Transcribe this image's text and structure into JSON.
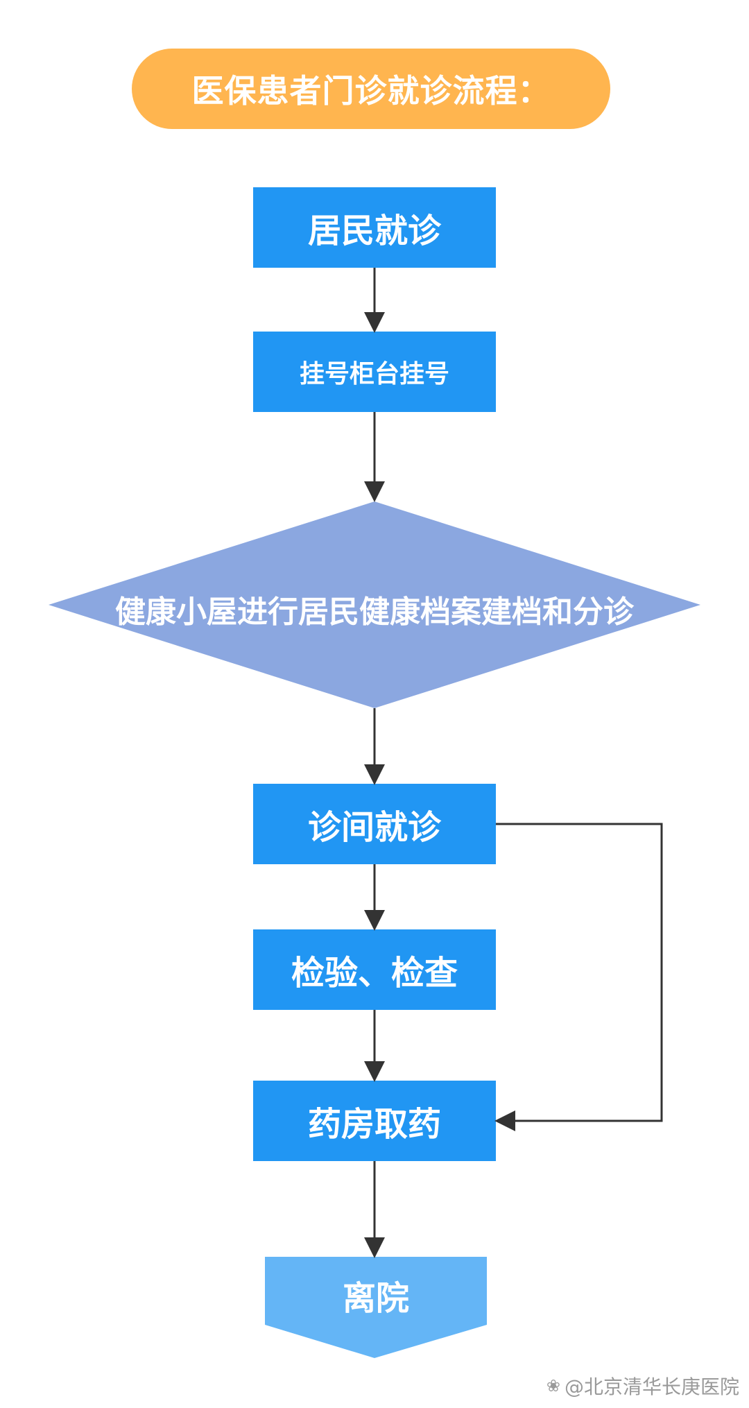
{
  "title": "医保患者门诊就诊流程：",
  "colors": {
    "title_bg": "#FFB54F",
    "process_box": "#2196F3",
    "decision_diamond": "#8BA7E0",
    "end_shape": "#64B5F6",
    "connector": "#333333",
    "text": "#FFFFFF",
    "watermark_text": "#9A9A9A"
  },
  "nodes": {
    "n1": {
      "label": "居民就诊",
      "shape": "rectangle"
    },
    "n2": {
      "label": "挂号柜台挂号",
      "shape": "rectangle"
    },
    "n3": {
      "label": "健康小屋进行居民健康档案建档和分诊",
      "shape": "diamond"
    },
    "n4": {
      "label": "诊间就诊",
      "shape": "rectangle"
    },
    "n5": {
      "label": "检验、检查",
      "shape": "rectangle"
    },
    "n6": {
      "label": "药房取药",
      "shape": "rectangle"
    },
    "n7": {
      "label": "离院",
      "shape": "offpage-pentagon"
    }
  },
  "edges": [
    {
      "from": "n1",
      "to": "n2"
    },
    {
      "from": "n2",
      "to": "n3"
    },
    {
      "from": "n3",
      "to": "n4"
    },
    {
      "from": "n4",
      "to": "n5"
    },
    {
      "from": "n5",
      "to": "n6"
    },
    {
      "from": "n4",
      "to": "n6",
      "route": "right-side-bypass"
    },
    {
      "from": "n6",
      "to": "n7"
    }
  ],
  "watermark": {
    "icon": "paw-icon",
    "text": "@北京清华长庚医院"
  }
}
